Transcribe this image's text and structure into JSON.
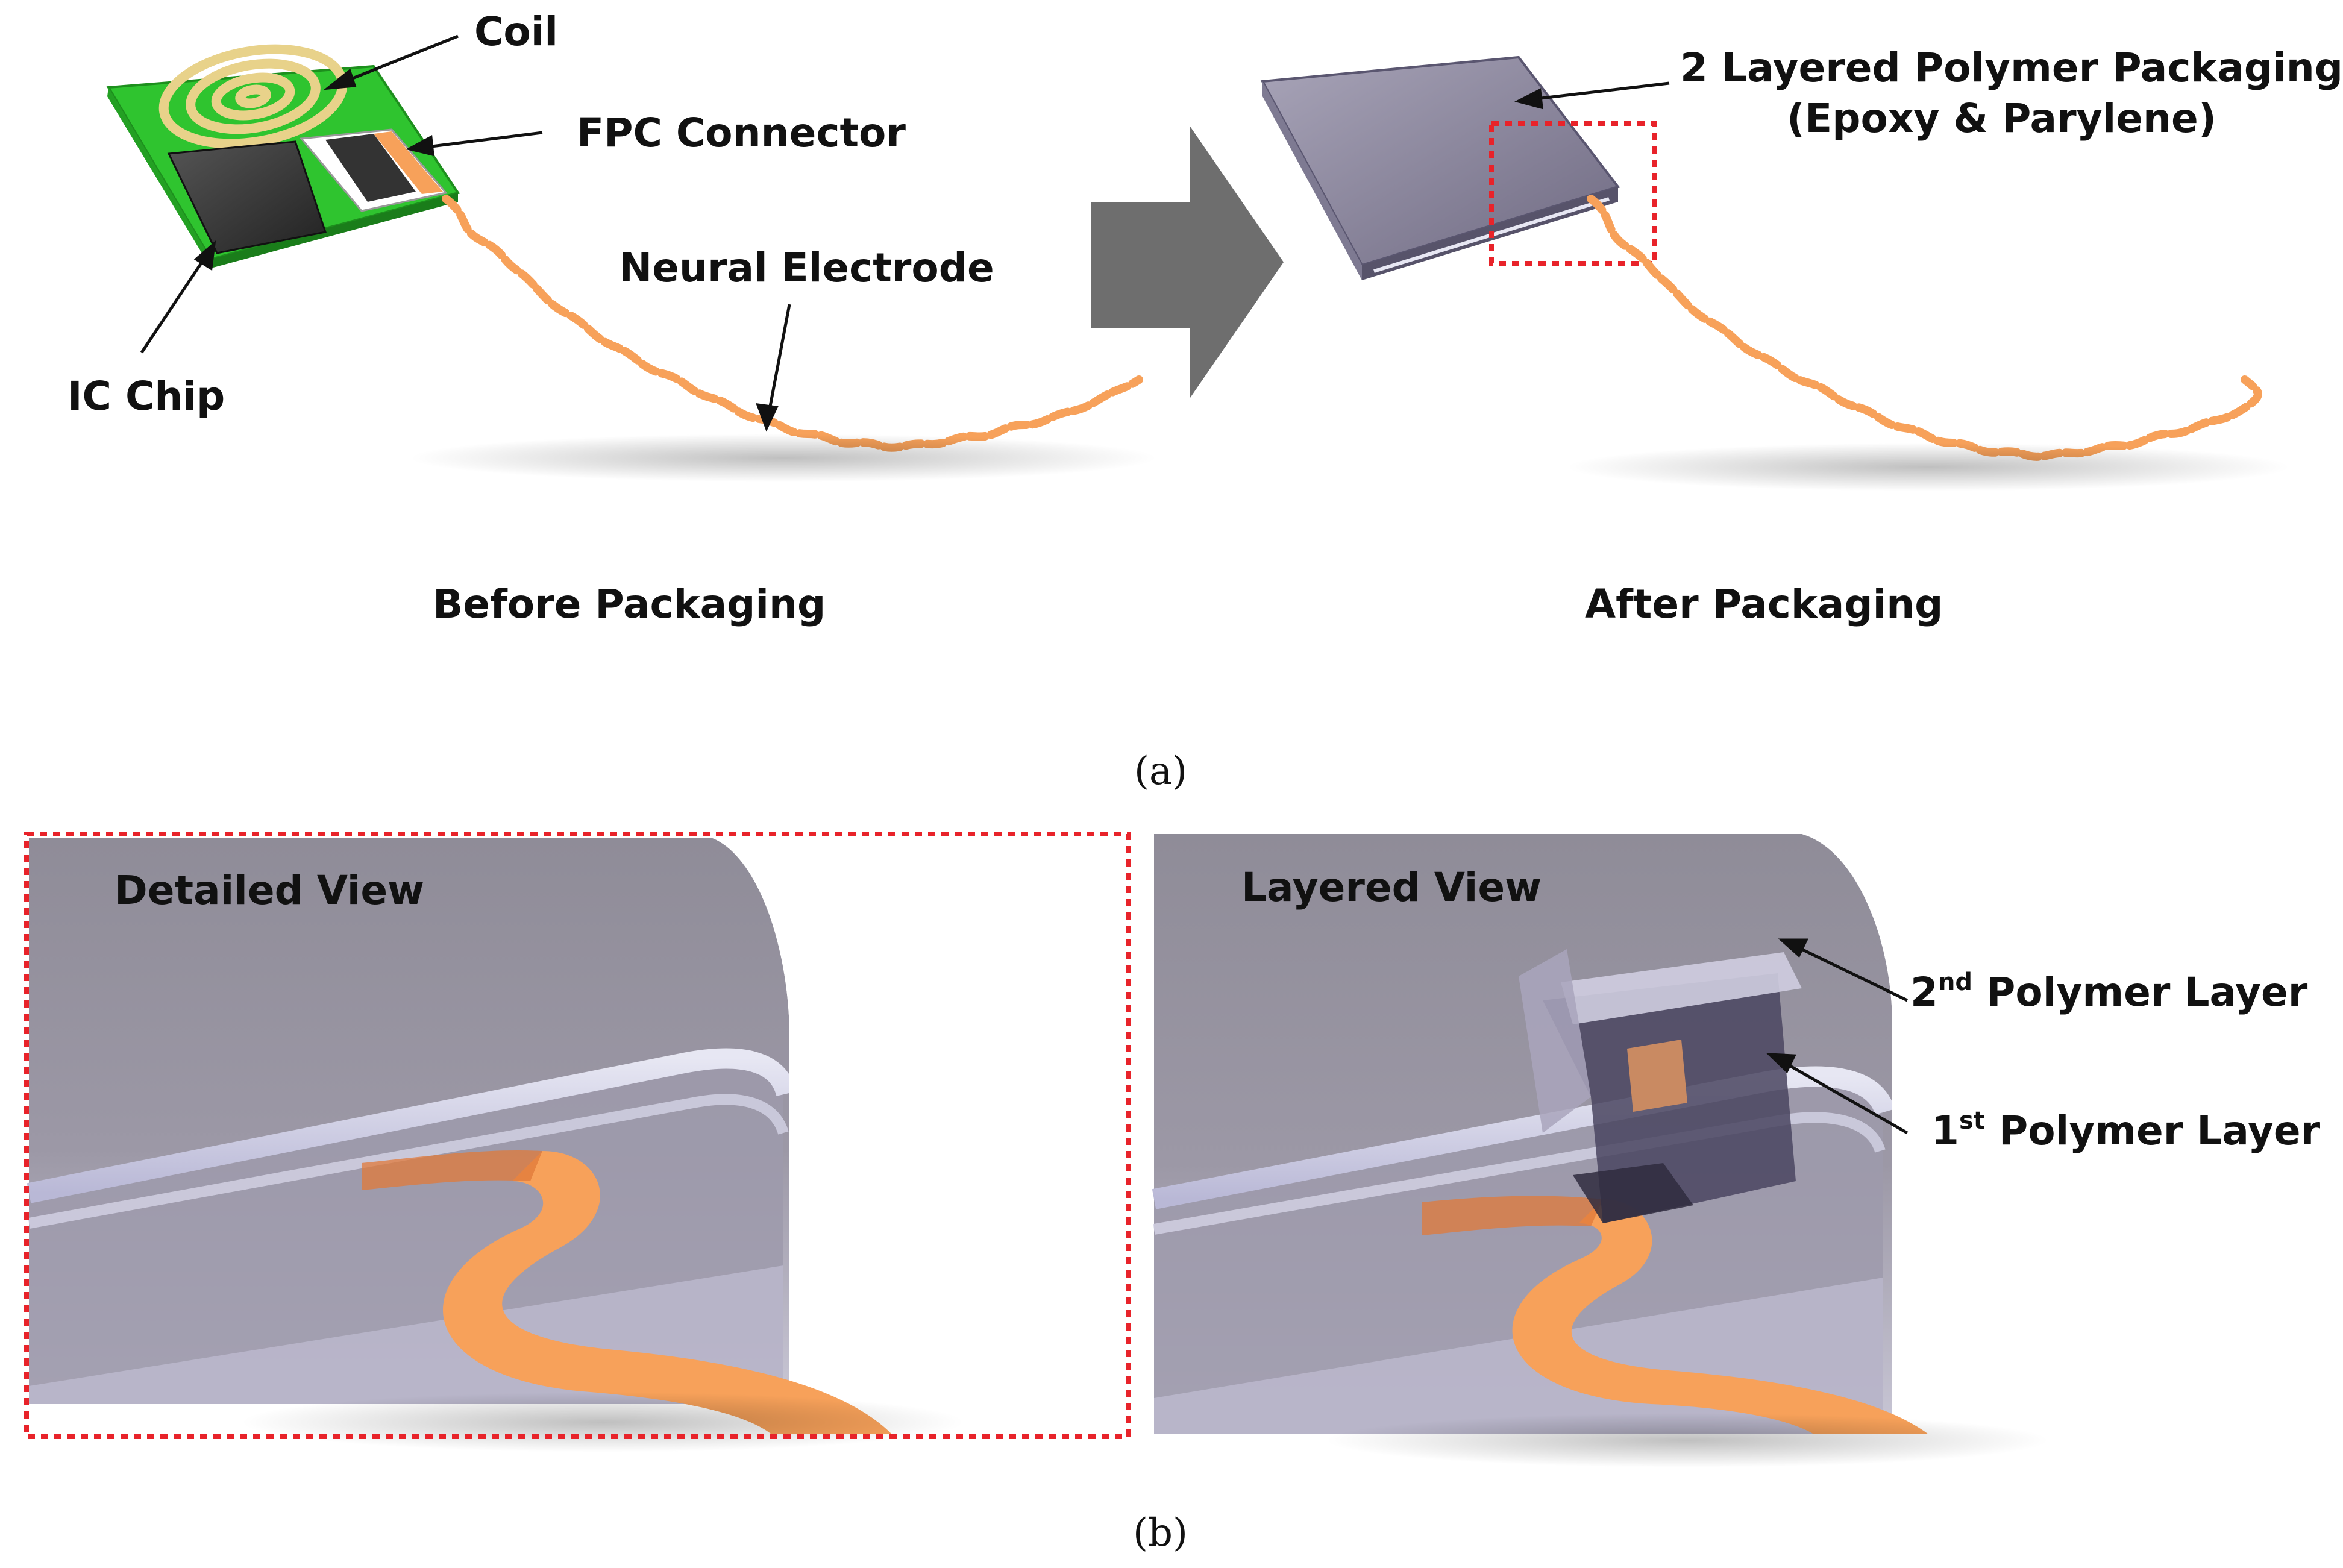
{
  "panel_a": {
    "caption": "(a)",
    "labels": {
      "coil": "Coil",
      "fpc_connector": "FPC Connector",
      "ic_chip": "IC Chip",
      "neural_electrode": "Neural Electrode",
      "packaging_line1": "2 Layered Polymer Packaging",
      "packaging_line2": "(Epoxy & Parylene)"
    },
    "before_title": "Before Packaging",
    "after_title": "After Packaging"
  },
  "panel_b": {
    "caption": "(b)",
    "detailed_view": "Detailed View",
    "layered_view": "Layered View",
    "second_layer": {
      "ordinal": "2",
      "suffix": "nd",
      "rest": " Polymer Layer"
    },
    "first_layer": {
      "ordinal": "1",
      "suffix": "st",
      "rest": " Polymer Layer"
    }
  },
  "colors": {
    "pcb_green": "#2fc42f",
    "electrode_orange": "#f7a15a",
    "packaging_gray": "#8f8aa3",
    "arrow_gray": "#6e6e6e",
    "highlight_red": "#e8232a"
  }
}
